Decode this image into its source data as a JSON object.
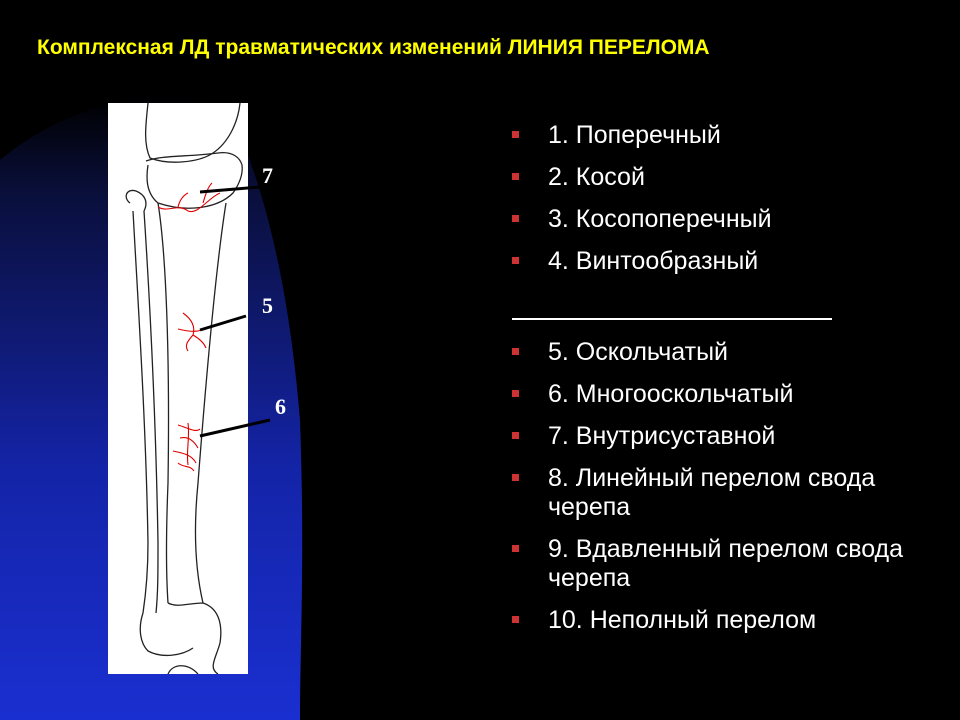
{
  "slide": {
    "title": "Комплексная ЛД травматических изменений ЛИНИЯ ПЕРЕЛОМА"
  },
  "figure": {
    "labels": {
      "seven": "7",
      "five": "5",
      "six": "6"
    }
  },
  "list": {
    "items": [
      "1. Поперечный",
      "2. Косой",
      "3. Косопоперечный",
      "4. Винтообразный",
      "5. Оскольчатый",
      "6. Многооскольчатый",
      "7. Внутрисуставной",
      "8. Линейный перелом свода черепа",
      "9. Вдавленный перелом свода черепа",
      "10. Неполный перелом"
    ]
  },
  "colors": {
    "title": "#ffff00",
    "bullet": "#cc3333",
    "fracture": "#e00000",
    "bg_blue": "#1a2fd0"
  }
}
